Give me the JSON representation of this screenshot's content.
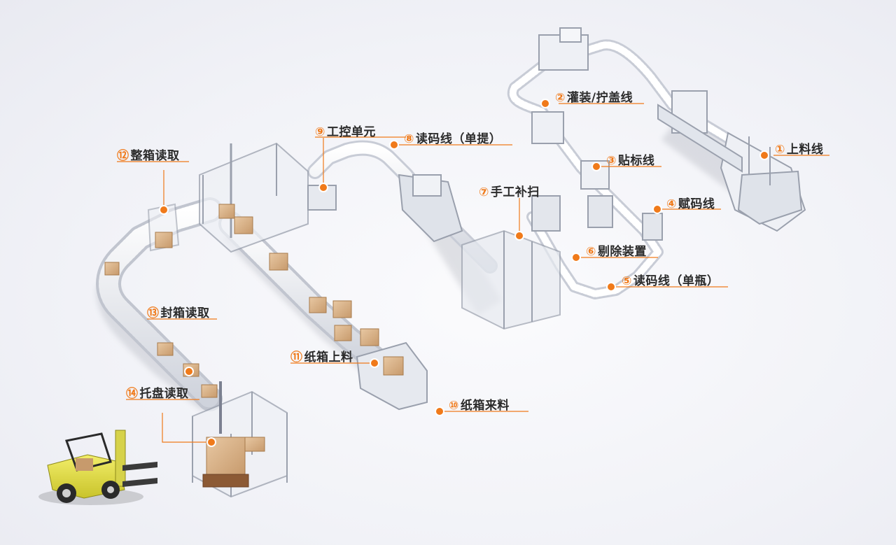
{
  "colors": {
    "accent": "#f07a1a",
    "label_text": "#2b2b2b",
    "background": "#f3f4f8"
  },
  "stations": [
    {
      "id": "s1",
      "num": "①",
      "label": "上料线"
    },
    {
      "id": "s2",
      "num": "②",
      "label": "灌装/拧盖线"
    },
    {
      "id": "s3",
      "num": "③",
      "label": "贴标线"
    },
    {
      "id": "s4",
      "num": "④",
      "label": "赋码线"
    },
    {
      "id": "s5",
      "num": "⑤",
      "label": "读码线（单瓶）"
    },
    {
      "id": "s6",
      "num": "⑥",
      "label": "剔除装置"
    },
    {
      "id": "s7",
      "num": "⑦",
      "label": "手工补扫"
    },
    {
      "id": "s8",
      "num": "⑧",
      "label": "读码线（单提）"
    },
    {
      "id": "s9",
      "num": "⑨",
      "label": "工控单元"
    },
    {
      "id": "s10",
      "num": "⑩",
      "label": "纸箱来料"
    },
    {
      "id": "s11",
      "num": "⑪",
      "label": "纸箱上料"
    },
    {
      "id": "s12",
      "num": "⑫",
      "label": "整箱读取"
    },
    {
      "id": "s13",
      "num": "⑬",
      "label": "封箱读取"
    },
    {
      "id": "s14",
      "num": "⑭",
      "label": "托盘读取"
    }
  ]
}
